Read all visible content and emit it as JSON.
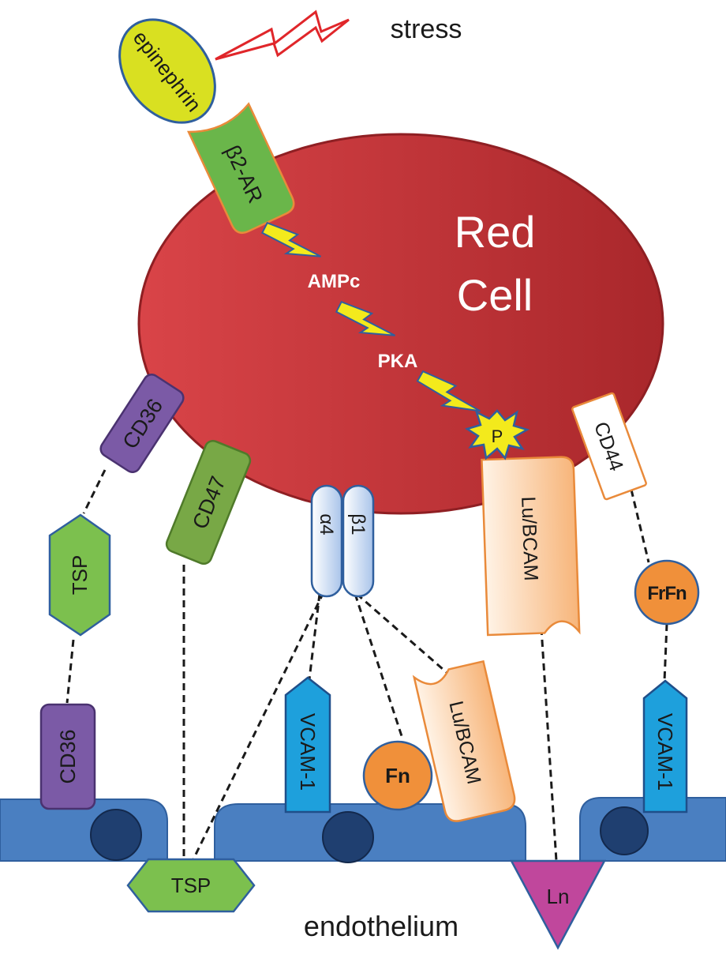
{
  "labels": {
    "stress": "stress",
    "epinephrin": "epinephrin",
    "beta2_ar": "β2-AR",
    "red_cell_line1": "Red",
    "red_cell_line2": "Cell",
    "ampc": "AMPc",
    "pka": "PKA",
    "p": "P",
    "cd36_rbc": "CD36",
    "cd47": "CD47",
    "alpha4": "α4",
    "beta1": "β1",
    "lu_bcam_rbc": "Lu/BCAM",
    "cd44": "CD44",
    "tsp_upper": "TSP",
    "cd36_endo": "CD36",
    "vcam1_center": "VCAM-1",
    "fn_center": "Fn",
    "lu_bcam_endo": "Lu/BCAM",
    "frfn": "FrFn",
    "vcam1_right": "VCAM-1",
    "tsp_lower": "TSP",
    "ln": "Ln",
    "endothelium": "endothelium"
  },
  "colors": {
    "red_cell": "#c0393b",
    "endothelium": "#4a7fc1",
    "epinephrin": "#d9e021",
    "beta2_ar": "#6ab64a",
    "cd36": "#7b5aa6",
    "cd47": "#78a846",
    "tsp": "#7cc04e",
    "vcam1": "#1ea0dc",
    "fn": "#f0903a",
    "lu_bcam": "#fcd2a8",
    "integrin": "#c9dbf2",
    "ln": "#c0479c",
    "lightning": "#f3ea1c",
    "stress_bolt": "#e0262a"
  }
}
